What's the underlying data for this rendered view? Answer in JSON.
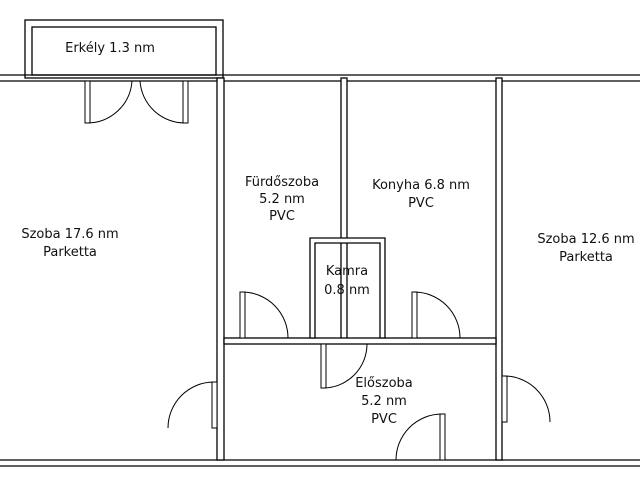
{
  "plan": {
    "wall_color": "#000000",
    "background_color": "#ffffff",
    "rooms": {
      "balcony": {
        "name": "Erkély 1.3 nm"
      },
      "room_left": {
        "name": "Szoba 17.6 nm",
        "floor": "Parketta"
      },
      "bathroom": {
        "name": "Fürdőszoba",
        "area": "5.2 nm",
        "floor": "PVC"
      },
      "kitchen": {
        "name": "Konyha 6.8 nm",
        "floor": "PVC"
      },
      "pantry": {
        "name": "Kamra",
        "area": "0.8 nm"
      },
      "hall": {
        "name": "Előszoba",
        "area": "5.2 nm",
        "floor": "PVC"
      },
      "room_right": {
        "name": "Szoba 12.6 nm",
        "floor": "Parketta"
      }
    }
  }
}
